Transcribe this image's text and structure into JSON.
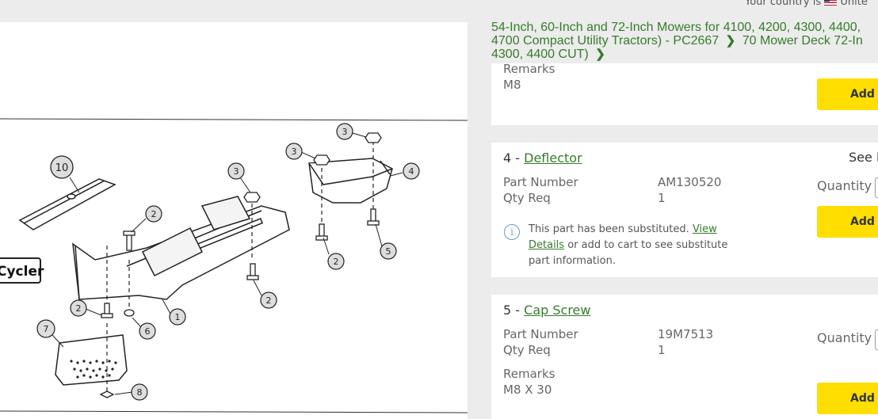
{
  "header": {
    "country_text": "Your country is",
    "country_name": "Unite"
  },
  "breadcrumb": {
    "line1": "54-Inch, 60-Inch and 72-Inch Mowers for 4100, 4200, 4300, 4400,",
    "line2a": "4700 Compact Utility Tractors) - PC2667",
    "line2b": "70 Mower Deck 72-In",
    "line3": "4300, 4400 CUT)"
  },
  "diagram": {
    "badge_text": "Cycler",
    "callouts": [
      "10",
      "2",
      "3",
      "3",
      "3",
      "4",
      "2",
      "5",
      "2",
      "2",
      "1",
      "6",
      "7",
      "8"
    ]
  },
  "parts": [
    {
      "remarks_label": "Remarks",
      "remarks_value": "M8",
      "add_label": "Add to Cart"
    },
    {
      "number": "4 -",
      "name": "Deflector",
      "see_text": "See P",
      "part_number_label": "Part Number",
      "part_number_value": "AM130520",
      "qty_req_label": "Qty Req",
      "qty_req_value": "1",
      "quantity_label": "Quantity",
      "substitute_text1": "This part has been substituted.",
      "substitute_link1": "View",
      "substitute_link2": "Details",
      "substitute_text2": "or add to cart to see substitute",
      "substitute_text3": "part information.",
      "add_label": "Add to Cart"
    },
    {
      "number": "5 -",
      "name": "Cap Screw",
      "part_number_label": "Part Number",
      "part_number_value": "19M7513",
      "qty_req_label": "Qty Req",
      "qty_req_value": "1",
      "quantity_label": "Quantity",
      "remarks_label": "Remarks",
      "remarks_value": "M8 X 30",
      "add_label": "Add to Cart"
    }
  ]
}
